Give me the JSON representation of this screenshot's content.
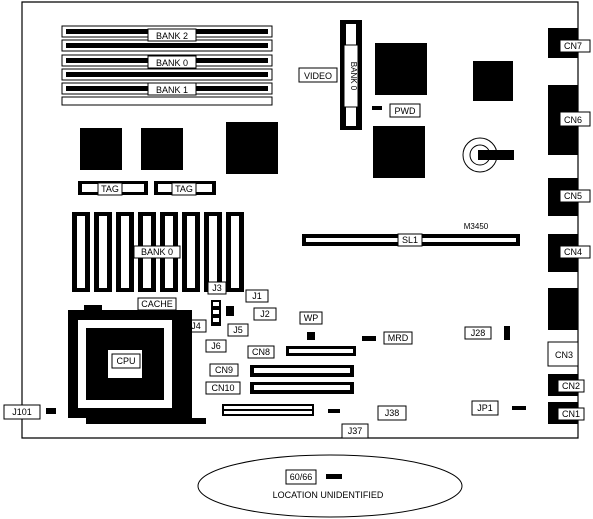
{
  "labels": {
    "bank2": "BANK 2",
    "bank0_top": "BANK 0",
    "bank1": "BANK 1",
    "video": "VIDEO",
    "bank0_vertical": "BANK 0",
    "pwd": "PWD",
    "cn7": "CN7",
    "cn6": "CN6",
    "cn5": "CN5",
    "cn4": "CN4",
    "cn3": "CN3",
    "cn2": "CN2",
    "cn1": "CN1",
    "tag1": "TAG",
    "tag2": "TAG",
    "m3450": "M3450",
    "sl1": "SL1",
    "bank0_cache": "BANK 0",
    "cache": "CACHE",
    "j1": "J1",
    "j2": "J2",
    "j3": "J3",
    "j4": "J4",
    "j5": "J5",
    "j6": "J6",
    "wp": "WP",
    "mrd": "MRD",
    "j28": "J28",
    "cpu": "CPU",
    "cn8": "CN8",
    "cn9": "CN9",
    "cn10": "CN10",
    "j101": "J101",
    "j38": "J38",
    "j37": "J37",
    "jp1": "JP1",
    "j6066": "60/66",
    "location": "LOCATION UNIDENTIFIED"
  }
}
